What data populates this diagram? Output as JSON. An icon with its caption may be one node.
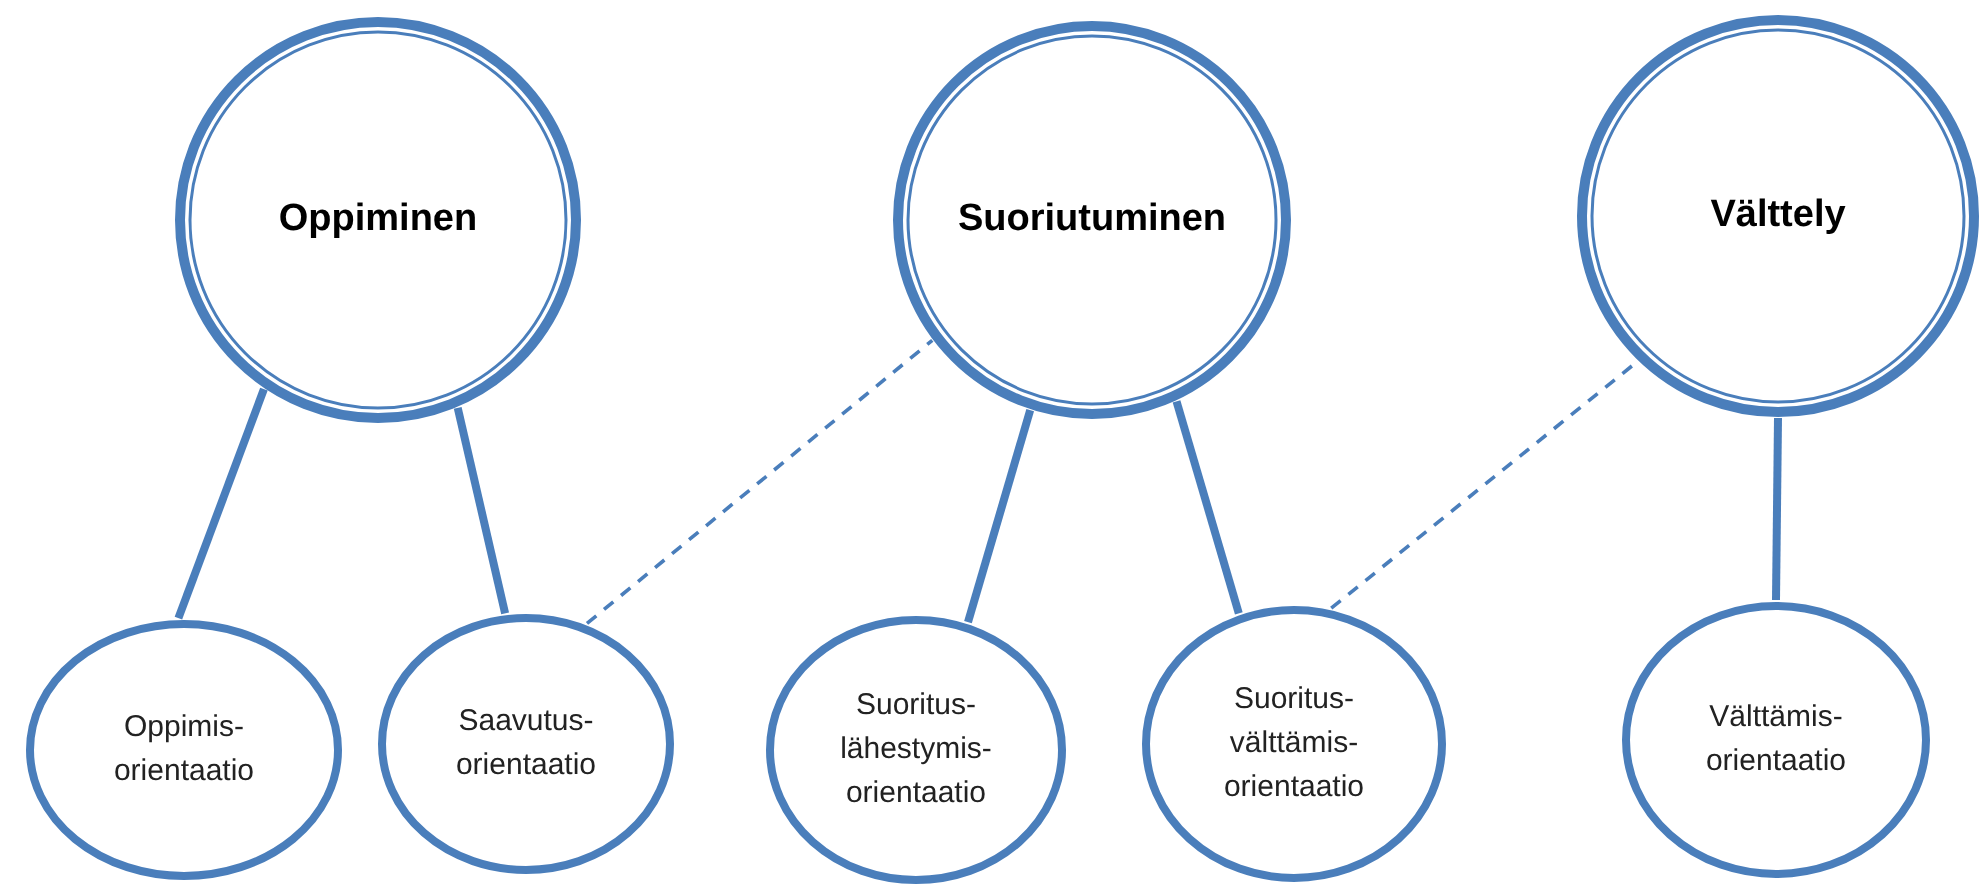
{
  "diagram": {
    "nodes": [
      {
        "text": [
          "Oppiminen"
        ]
      },
      {
        "text": [
          "Suoriutuminen"
        ]
      },
      {
        "text": [
          "Välttely"
        ]
      },
      {
        "text": [
          "Oppimis- orientaatio"
        ]
      },
      {
        "text": [
          "Saavutus- orientaatio"
        ]
      },
      {
        "text": [
          "Suoritus- lähestymis- orientaatio"
        ]
      },
      {
        "text": [
          "Suoritus- välttämis- orientaatio"
        ]
      },
      {
        "text": [
          "Välttämis- orientaatio"
        ]
      }
    ],
    "edges": [
      {
        "from": 0,
        "to": 3,
        "arrow": "none"
      },
      {
        "from": 0,
        "to": 4,
        "arrow": "none"
      },
      {
        "from": 4,
        "to": 1,
        "arrow": "none",
        "style": "dashed"
      },
      {
        "from": 1,
        "to": 5,
        "arrow": "none"
      },
      {
        "from": 1,
        "to": 6,
        "arrow": "none"
      },
      {
        "from": 6,
        "to": 2,
        "arrow": "none",
        "style": "dashed"
      },
      {
        "from": 2,
        "to": 7,
        "arrow": "none"
      }
    ]
  }
}
